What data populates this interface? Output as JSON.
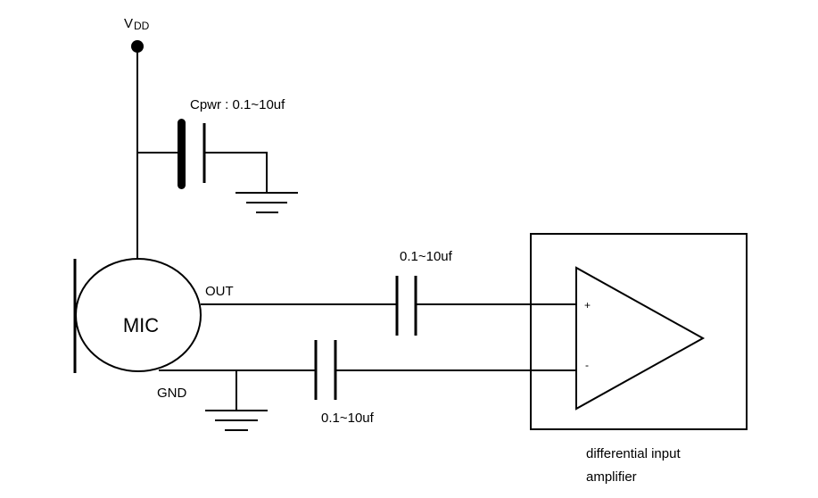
{
  "labels": {
    "vdd": "V",
    "vdd_sub": "DD",
    "cpwr": "Cpwr : 0.1~10uf",
    "cap_out": "0.1~10uf",
    "cap_gnd": "0.1~10uf",
    "mic": "MIC",
    "out": "OUT",
    "gnd": "GND",
    "plus": "+",
    "minus": "-",
    "amp_line1": "differential input",
    "amp_line2": "amplifier"
  }
}
